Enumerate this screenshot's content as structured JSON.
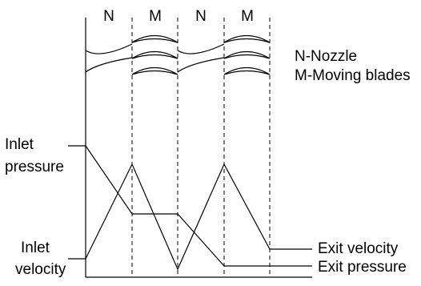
{
  "stages": [
    {
      "label": "N"
    },
    {
      "label": "M"
    },
    {
      "label": "N"
    },
    {
      "label": "M"
    }
  ],
  "legend": {
    "nozzle": "N-Nozzle",
    "moving_blades": "M-Moving blades"
  },
  "labels": {
    "inlet_pressure_line1": "Inlet",
    "inlet_pressure_line2": "pressure",
    "inlet_velocity_line1": "Inlet",
    "inlet_velocity_line2": "velocity",
    "exit_velocity": "Exit velocity",
    "exit_pressure": "Exit pressure"
  }
}
